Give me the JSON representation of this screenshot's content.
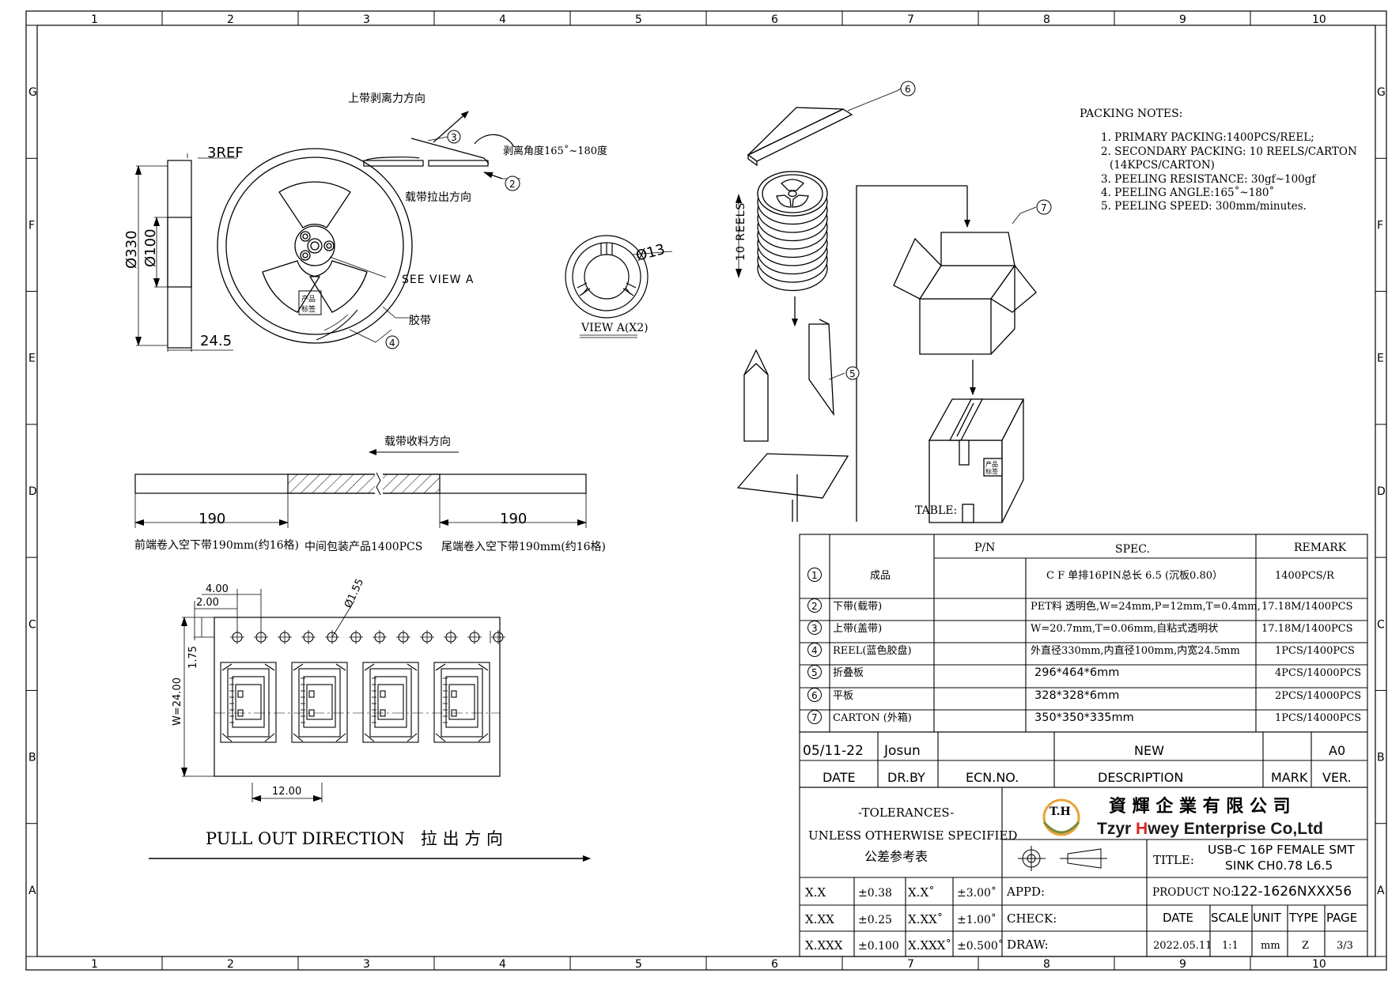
{
  "frame": {
    "columns": [
      "1",
      "2",
      "3",
      "4",
      "5",
      "6",
      "7",
      "8",
      "9",
      "10"
    ],
    "rows": [
      "G",
      "F",
      "E",
      "D",
      "C",
      "B",
      "A"
    ]
  },
  "reel": {
    "dim_3ref": "3REF",
    "dim_330": "Ø330",
    "dim_100": "Ø100",
    "dim_245": "24.5",
    "cover_tape_dir": "上带剥离力方向",
    "peel_angle": "剥离角度165˚~180度",
    "carrier_pull_dir": "载带拉出方向",
    "see_view": "SEE VIEW A",
    "tape_label": "胶带",
    "hub_label_1": "产品",
    "hub_label_2": "标签",
    "balloon_2": "2",
    "balloon_3": "3",
    "balloon_4": "4"
  },
  "view_a": {
    "dim": "Ø13",
    "label": "VIEW A(X2)"
  },
  "tape_strip": {
    "wind_dir": "载带收料方向",
    "left_len": "190",
    "right_len": "190",
    "left_note": "前端卷入空下带190mm(约16格)",
    "mid_note": "中间包装产品1400PCS",
    "right_note": "尾端卷入空下带190mm(约16格)"
  },
  "carrier_detail": {
    "dim_400": "4.00",
    "dim_200": "2.00",
    "dim_155": "Ø1.55",
    "dim_175": "1.75",
    "dim_w": "W=24.00",
    "dim_12": "12.00",
    "pull_out": "PULL OUT DIRECTION   拉 出 方 向"
  },
  "packing_fig": {
    "reels": "10 REELS",
    "table": "TABLE:",
    "balloon_5": "5",
    "balloon_6": "6",
    "balloon_7": "7",
    "box_label_1": "产品",
    "box_label_2": "标签"
  },
  "packing_notes": {
    "title": "PACKING NOTES:",
    "lines": [
      "1. PRIMARY PACKING:1400PCS/REEL;",
      "2. SECONDARY PACKING: 10 REELS/CARTON",
      "(14KPCS/CARTON)",
      "3. PEELING RESISTANCE: 30gf~100gf",
      "4. PEELING ANGLE:165˚~180˚",
      "5. PEELING SPEED: 300mm/minutes."
    ]
  },
  "bom": {
    "headers": {
      "pn": "P/N",
      "spec": "SPEC.",
      "remark": "REMARK"
    },
    "rows": [
      {
        "no": "1",
        "name": "成品",
        "pn": "",
        "spec": "C F 单排16PIN总长 6.5 (沉板0.80）",
        "remark": "1400PCS/R"
      },
      {
        "no": "2",
        "name": "下带(载带)",
        "pn": "",
        "spec": "PET料 透明色,W=24mm,P=12mm,T=0.4mm,",
        "remark": "17.18M/1400PCS"
      },
      {
        "no": "3",
        "name": "上带(盖带)",
        "pn": "",
        "spec": "W=20.7mm,T=0.06mm,自粘式透明状",
        "remark": "17.18M/1400PCS"
      },
      {
        "no": "4",
        "name": "REEL(蓝色胶盘)",
        "pn": "",
        "spec": "外直径330mm,内直径100mm,内宽24.5mm",
        "remark": "1PCS/1400PCS"
      },
      {
        "no": "5",
        "name": "折叠板",
        "pn": "",
        "spec": "296*464*6mm",
        "remark": "4PCS/14000PCS"
      },
      {
        "no": "6",
        "name": "平板",
        "pn": "",
        "spec": "328*328*6mm",
        "remark": "2PCS/14000PCS"
      },
      {
        "no": "7",
        "name": "CARTON   (外箱)",
        "pn": "",
        "spec": "350*350*335mm",
        "remark": "1PCS/14000PCS"
      }
    ]
  },
  "revision": {
    "date": "05/11-22",
    "drawn_by": "Josun",
    "ecn": "",
    "description": "NEW",
    "mark": "",
    "version": "A0",
    "h_date": "DATE",
    "h_drby": "DR.BY",
    "h_ecn": "ECN.NO.",
    "h_desc": "DESCRIPTION",
    "h_mark": "MARK",
    "h_ver": "VER."
  },
  "title_block": {
    "tol_title": "-TOLERANCES-",
    "tol_sub": "UNLESS OTHERWISE SPECIFIED",
    "tol_cn": "公差参考表",
    "logo_text": "T.H",
    "company_cn": "資 輝 企 業 有 限 公 司",
    "company_prefix": "Tzyr ",
    "company_h": "H",
    "company_rest": "wey Enterprise Co,Ltd",
    "title_label": "TITLE:",
    "title_line1": "USB-C 16P FEMALE SMT",
    "title_line2": "SINK CH0.78  L6.5",
    "product_no_label": "PRODUCT NO:",
    "product_no": "122-1626NXXX56",
    "tol_rows": [
      {
        "a": "X.X",
        "b": "±0.38",
        "c": "X.X˚",
        "d": "±3.00˚"
      },
      {
        "a": "X.XX",
        "b": "±0.25",
        "c": "X.XX˚",
        "d": "±1.00˚"
      },
      {
        "a": "X.XXX",
        "b": "±0.100",
        "c": "X.XXX˚",
        "d": "±0.500˚"
      }
    ],
    "appd": "APPD:",
    "check": "CHECK:",
    "draw": "DRAW:",
    "h_date": "DATE",
    "h_scale": "SCALE",
    "h_unit": "UNIT",
    "h_type": "TYPE",
    "h_page": "PAGE",
    "v_date": "2022.05.11",
    "v_scale": "1:1",
    "v_unit": "mm",
    "v_type": "Z",
    "v_page": "3/3"
  },
  "colors": {
    "logo_ring": "#e9a339",
    "brand_h": "#d7261e",
    "brand_text": "#1a1a1a"
  }
}
